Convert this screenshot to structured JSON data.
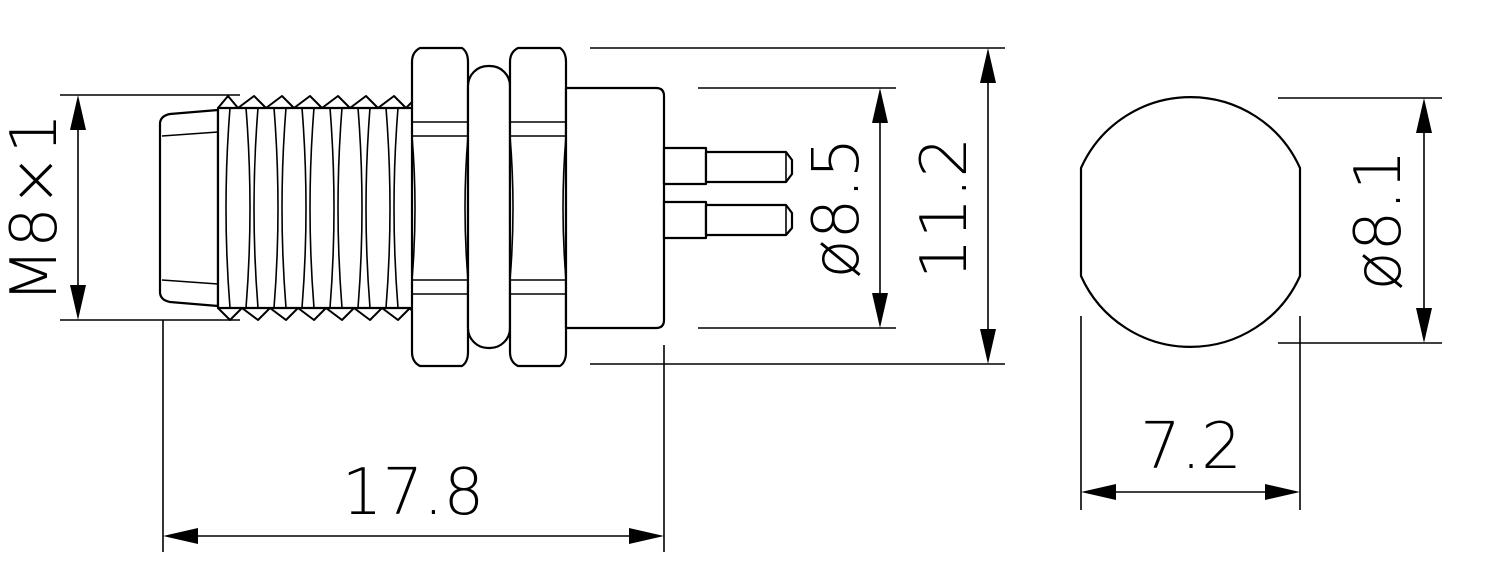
{
  "dimensions": {
    "thread": "M8×1",
    "pin_circle_dia": "ø8.5",
    "hex_height": "11.2",
    "overall_length": "17.8",
    "round_width": "7.2",
    "round_dia": "ø8.1"
  }
}
